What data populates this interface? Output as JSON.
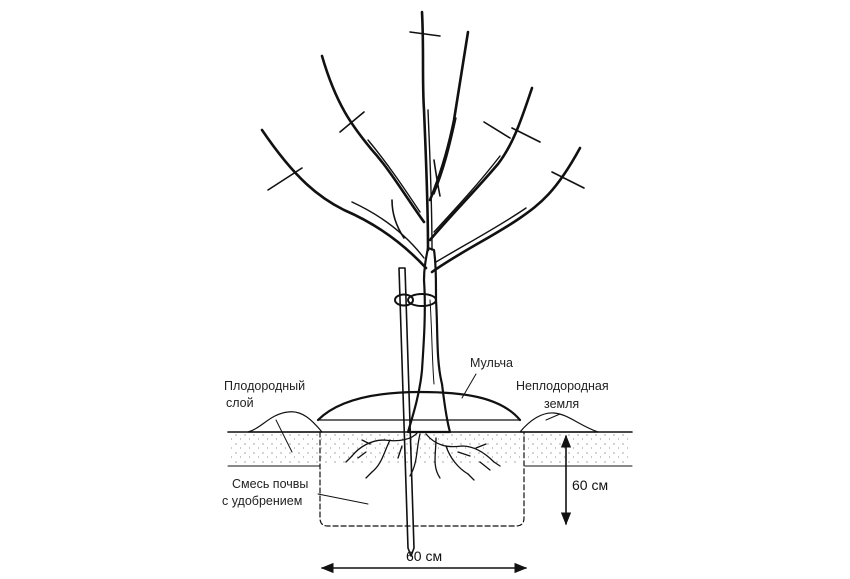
{
  "labels": {
    "fertile_layer": [
      "Плодородный",
      "слой"
    ],
    "mulch": "Мульча",
    "infertile_soil": [
      "Неплодородная",
      "земля"
    ],
    "soil_mix": [
      "Смесь почвы",
      "с удобрением"
    ]
  },
  "dimensions": {
    "width": "60 см",
    "depth": "60 см"
  }
}
